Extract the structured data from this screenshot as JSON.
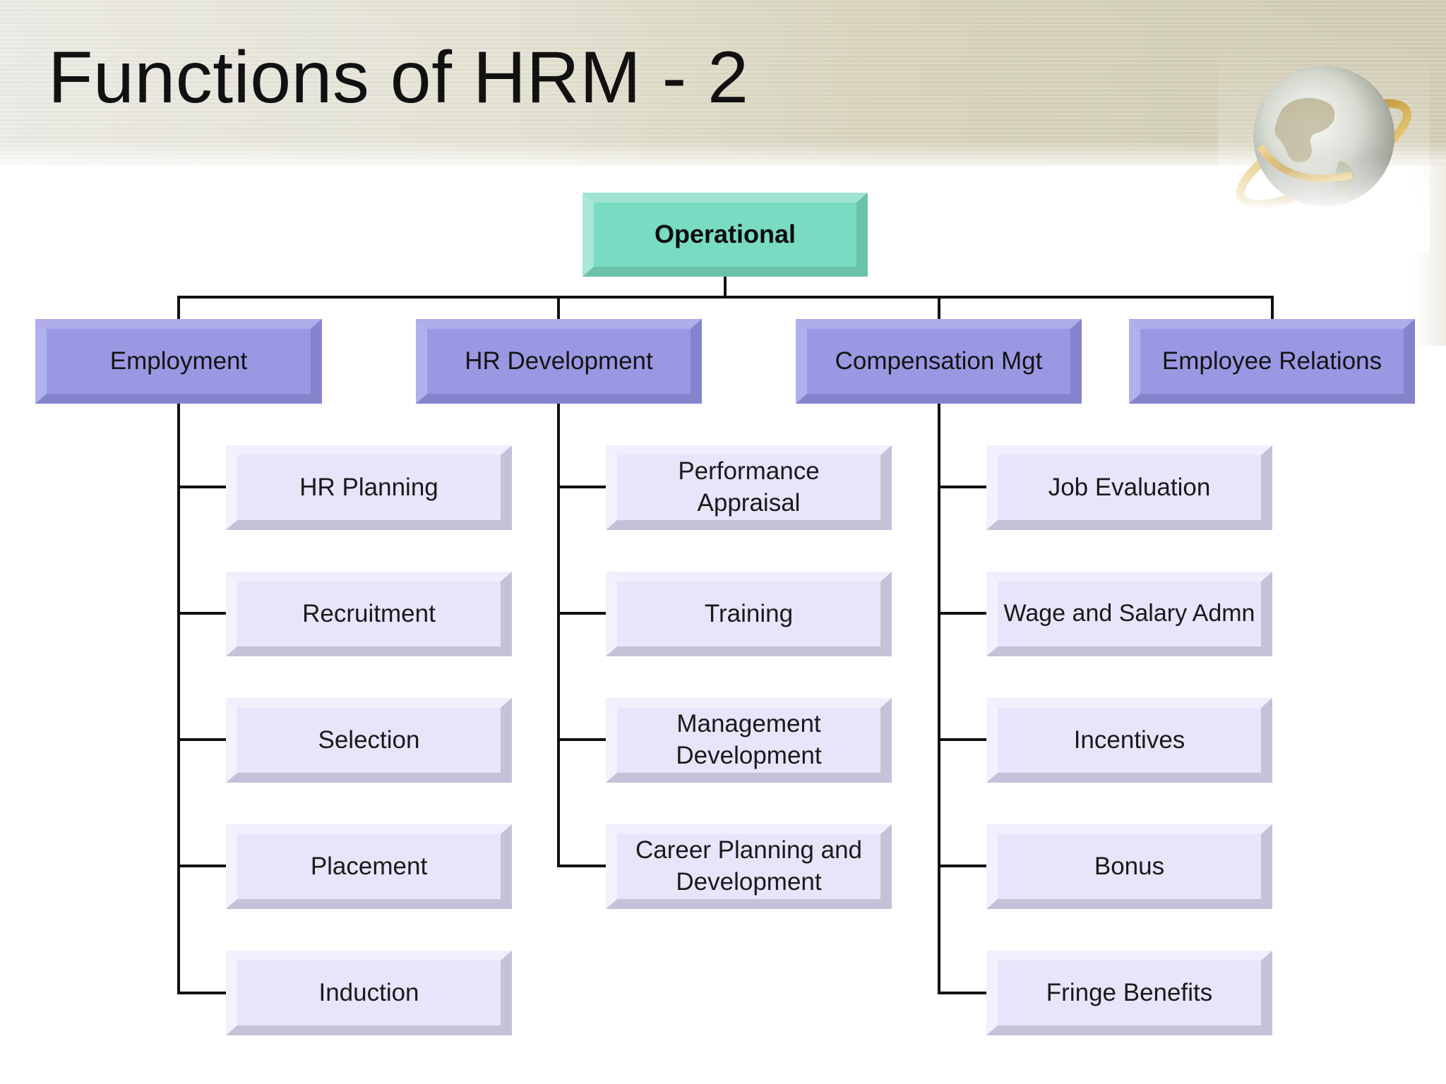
{
  "slide": {
    "title": "Functions of HRM - 2"
  },
  "diagram": {
    "root": "Operational",
    "categories": [
      {
        "label": "Employment",
        "items": [
          "HR Planning",
          "Recruitment",
          "Selection",
          "Placement",
          "Induction"
        ]
      },
      {
        "label": "HR Development",
        "items": [
          "Performance Appraisal",
          "Training",
          "Management Development",
          "Career Planning and Development"
        ]
      },
      {
        "label": "Compensation Mgt",
        "items": [
          "Job Evaluation",
          "Wage and Salary Admn",
          "Incentives",
          "Bonus",
          "Fringe Benefits"
        ]
      },
      {
        "label": "Employee Relations",
        "items": []
      }
    ]
  },
  "colors": {
    "root_fill": "#79dcc2",
    "category_fill": "#9a98e3",
    "item_fill": "#e6e5fa",
    "connector": "#111111"
  },
  "icons": {
    "decoration": "globe-icon"
  }
}
